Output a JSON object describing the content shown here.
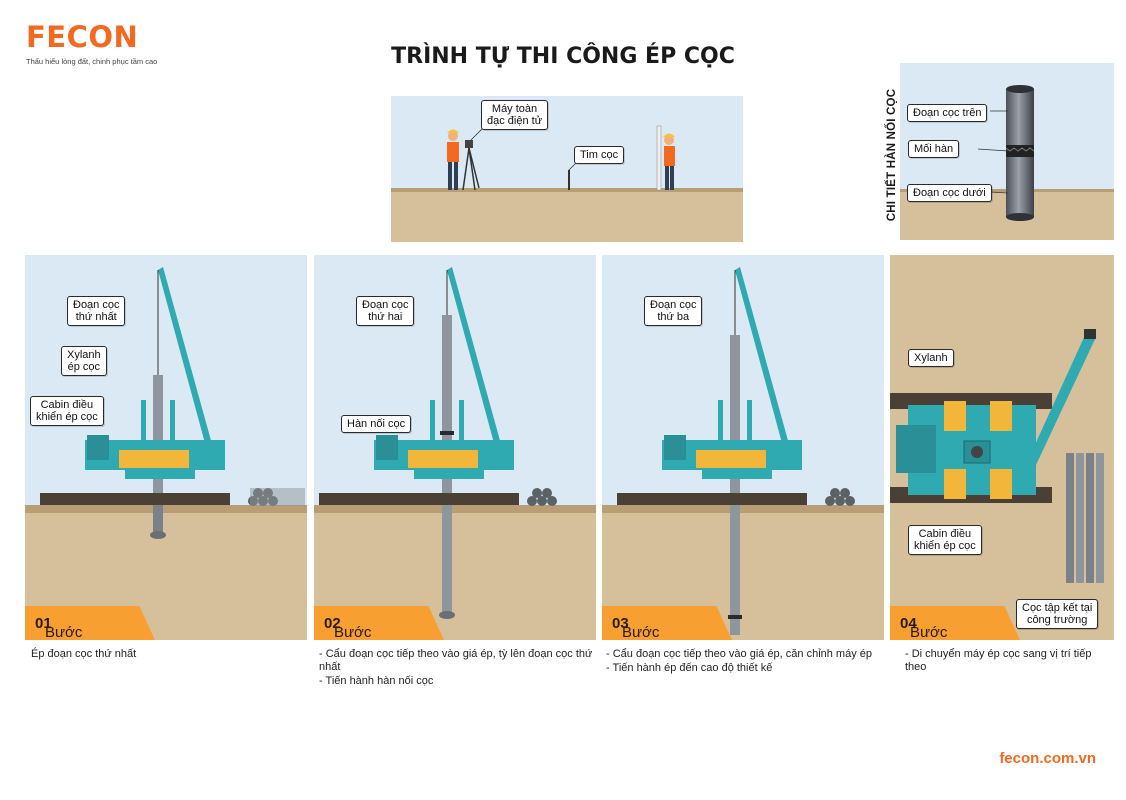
{
  "brand": {
    "name": "FECON",
    "tagline": "Thấu hiểu lòng đất, chinh phục tầm cao",
    "url": "fecon.com.vn",
    "colors": {
      "orange": "#f26a21",
      "badge": "#f7a031",
      "sky": "#dbe9f5",
      "soil": "#d6bf9b",
      "crane": "#2eaab0"
    }
  },
  "title": "TRÌNH TỰ THI CÔNG ÉP CỌC",
  "survey": {
    "labels": {
      "total_station": "Máy toàn\nđạc điện tử",
      "pile_center": "Tim cọc"
    }
  },
  "weld_detail": {
    "heading": "CHI TIẾT HÀN NỐI CỌC",
    "labels": {
      "upper": "Đoạn cọc trên",
      "weld": "Mối hàn",
      "lower": "Đoạn cọc dưới"
    }
  },
  "steps": [
    {
      "label": "Bước",
      "number": "01",
      "callouts": {
        "pile": "Đoạn cọc\nthứ nhất",
        "cylinder": "Xylanh\nép cọc",
        "cabin": "Cabin điều\nkhiển ép cọc"
      },
      "lines": [
        "Ép đoạn cọc thứ nhất"
      ]
    },
    {
      "label": "Bước",
      "number": "02",
      "callouts": {
        "pile": "Đoạn cọc\nthứ hai",
        "weld": "Hàn nối cọc"
      },
      "lines": [
        "- Cẩu đoạn cọc tiếp theo vào giá ép, tỳ lên đoạn cọc thứ nhất",
        "- Tiến hành hàn nối cọc"
      ]
    },
    {
      "label": "Bước",
      "number": "03",
      "callouts": {
        "pile": "Đoạn cọc\nthứ ba"
      },
      "lines": [
        "- Cẩu đoạn cọc tiếp theo vào giá ép, căn chỉnh máy ép",
        "- Tiến hành ép đến cao độ thiết kế"
      ]
    },
    {
      "label": "Bước",
      "number": "04",
      "callouts": {
        "cylinder": "Xylanh",
        "cabin": "Cabin điều\nkhiển ép cọc",
        "storage": "Cọc tập kết tại\ncông trường"
      },
      "lines": [
        "- Di chuyển máy ép cọc sang vị trí tiếp theo"
      ]
    }
  ]
}
